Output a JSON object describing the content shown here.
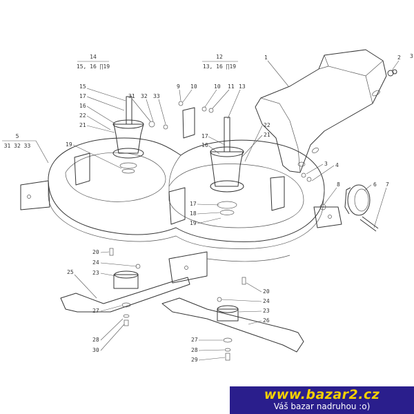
{
  "diagram": {
    "header_labels": {
      "assembly_14": {
        "num": "14",
        "refs": "15, 16 ∏19"
      },
      "assembly_12": {
        "num": "12",
        "refs": "13, 16 ∏19"
      },
      "assembly_5": {
        "num": "5",
        "refs": "31 32 33"
      }
    },
    "callouts": [
      "1",
      "2",
      "3",
      "3",
      "4",
      "6",
      "7",
      "8",
      "9",
      "10",
      "10",
      "11",
      "13",
      "15",
      "16",
      "16",
      "17",
      "17",
      "17",
      "18",
      "19",
      "19",
      "20",
      "20",
      "21",
      "21",
      "22",
      "22",
      "23",
      "23",
      "24",
      "24",
      "25",
      "26",
      "27",
      "27",
      "28",
      "28",
      "29",
      "30",
      "31",
      "32",
      "33"
    ],
    "icons": [
      "deck-housing",
      "spindle-left",
      "spindle-right",
      "blade-left",
      "blade-right",
      "pulley",
      "belt-cover"
    ]
  },
  "banner": {
    "title": "www.bazar2.cz",
    "subtitle": "Váš bazar nadruhou   :o)",
    "bg_color": "#2a1e8c",
    "title_color": "#f4d000",
    "subtitle_color": "#ffffff"
  }
}
